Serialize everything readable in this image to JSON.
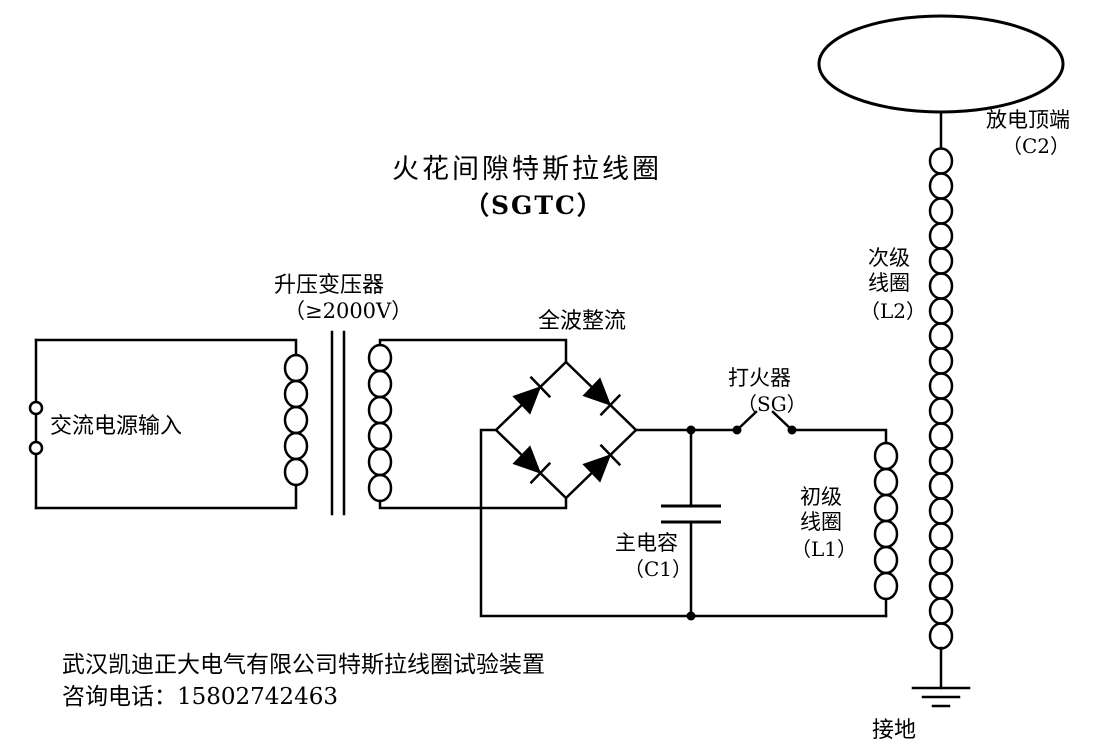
{
  "title": {
    "main": "火花间隙特斯拉线圈",
    "sub": "（SGTC）"
  },
  "labels": {
    "ac_input": "交流电源输入",
    "transformer": {
      "name": "升压变压器",
      "spec": "（≥2000V）"
    },
    "rectifier": "全波整流",
    "capacitor": {
      "name": "主电容",
      "ref": "（C1）"
    },
    "spark_gap": {
      "name": "打火器",
      "ref": "（SG）"
    },
    "primary_coil": {
      "line1": "初级",
      "line2": "线圈",
      "ref": "（L1）"
    },
    "secondary_coil": {
      "line1": "次级",
      "line2": "线圈",
      "ref": "（L2）"
    },
    "top_load": {
      "name": "放电顶端",
      "ref": "（C2）"
    },
    "ground": "接地"
  },
  "footer": {
    "company": "武汉凯迪正大电气有限公司特斯拉线圈试验装置",
    "phone": "咨询电话：15802742463"
  },
  "colors": {
    "wire": "#000000",
    "label": "#000000",
    "footer": "#ff0000",
    "background": "#ffffff"
  }
}
